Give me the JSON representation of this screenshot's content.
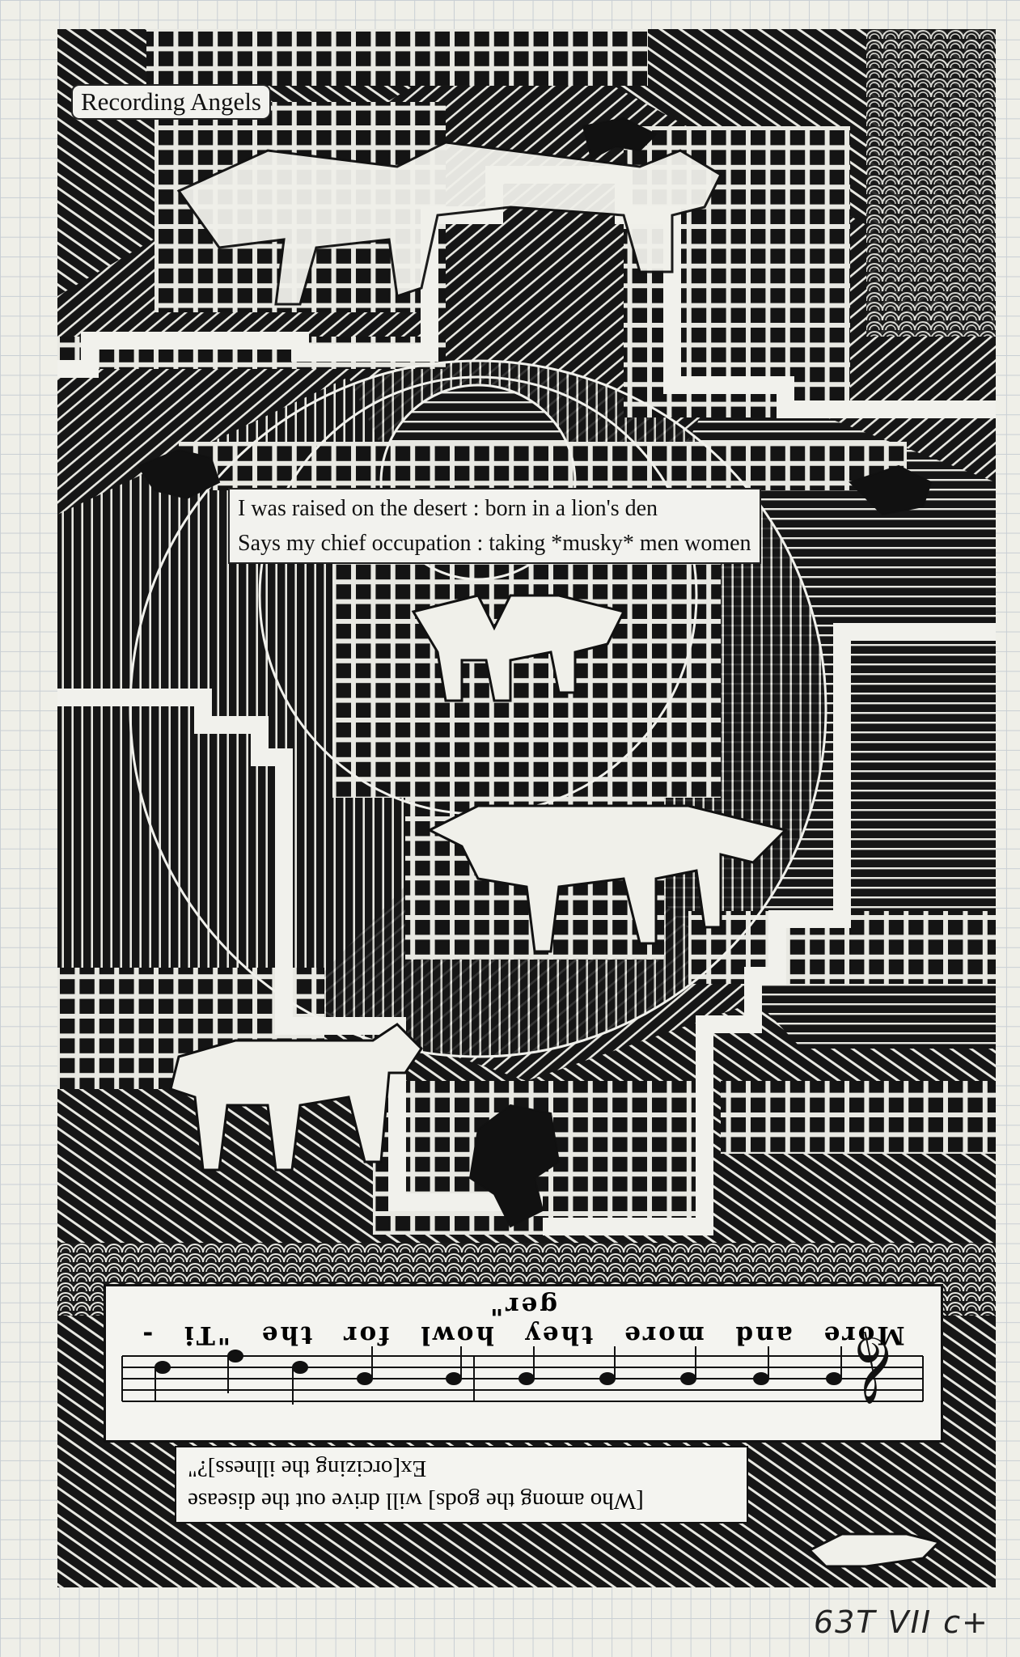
{
  "title": "Recording Angels",
  "verse": {
    "line1": "I was raised on the desert : born in a lion's den",
    "line2": "Says my chief occupation : taking *musky* men women"
  },
  "music": {
    "lyric": "More and more they howl for the \"Ti - ger\""
  },
  "caption": {
    "line1": "[Who among the gods] will drive out the disease",
    "line2": "Ex[orcizing the illness]?\""
  },
  "catalog_mark": "63T VII c+",
  "colors": {
    "paper": "#efefe8",
    "grid": "#c9cfd4",
    "ink": "#141414",
    "label": "#f2f2ee"
  }
}
